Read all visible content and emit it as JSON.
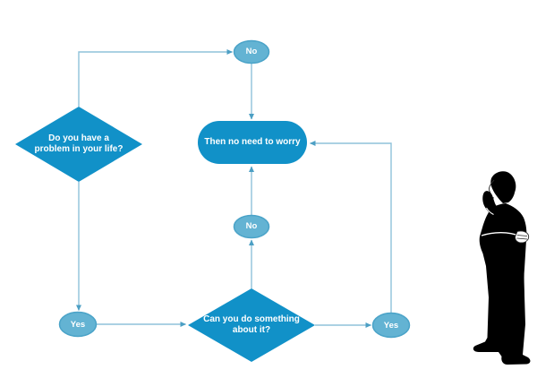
{
  "diagram": {
    "title": "problem-worry-flowchart",
    "nodes": {
      "problem": {
        "label": "Do you have a\nproblem in your life?",
        "type": "decision"
      },
      "no_top": {
        "label": "No",
        "type": "terminator"
      },
      "worry": {
        "label": "Then no need to worry",
        "type": "process"
      },
      "no_mid": {
        "label": "No",
        "type": "terminator"
      },
      "can_do": {
        "label": "Can you do something\nabout it?",
        "type": "decision"
      },
      "yes_left": {
        "label": "Yes",
        "type": "terminator"
      },
      "yes_right": {
        "label": "Yes",
        "type": "terminator"
      }
    },
    "colors": {
      "shape_fill": "#1191C8",
      "ellipse_fill": "#63B3D3",
      "ellipse_stroke": "#4AA3C8",
      "connector": "#8FC2DA",
      "arrow": "#4C9FC4",
      "label_text": "#FFFFFF",
      "silhouette": "#000000",
      "face_line": "#2b2b2b"
    }
  }
}
